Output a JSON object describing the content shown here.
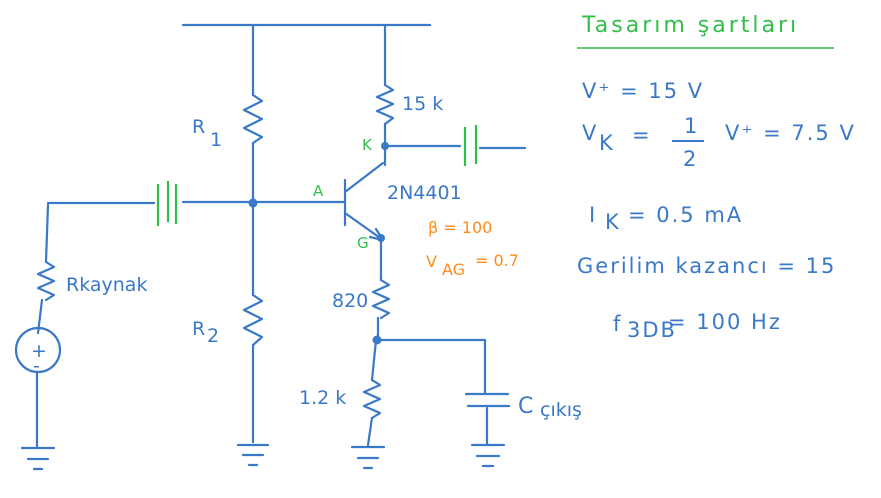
{
  "components": {
    "r1": "R",
    "r1_sub": "1",
    "r2": "R",
    "r2_sub": "2",
    "rc": "15 k",
    "re1": "820",
    "re2": "1.2 k",
    "rsource": "Rkaynak",
    "cout": "C",
    "cout_sub": "çıkış",
    "source_plus": "+",
    "source_minus": "-"
  },
  "transistor": {
    "model": "2N4401",
    "base": "A",
    "collector": "K",
    "emitter": "G",
    "beta": "β = 100",
    "vbe": "V",
    "vbe_sub": "AG",
    "vbe_val": "= 0.7"
  },
  "conditions": {
    "title": "Tasarım şartları",
    "vplus": "V⁺ = 15 V",
    "vk_left": "V",
    "vk_sub": "K",
    "vk_eq": "=",
    "half_num": "1",
    "half_den": "2",
    "vk_right": "V⁺ = 7.5 V",
    "ik": "I",
    "ik_sub": "K",
    "ik_val": "= 0.5 mA",
    "gain": "Gerilim kazancı = 15",
    "f3db": "f",
    "f3db_sub": "3DB",
    "f3db_val": "= 100 Hz"
  },
  "colors": {
    "wire": "#3a78c8",
    "capacitor": "#2fbf4a",
    "transistor_params": "#ff8c1a",
    "title": "#2fbf4a"
  }
}
